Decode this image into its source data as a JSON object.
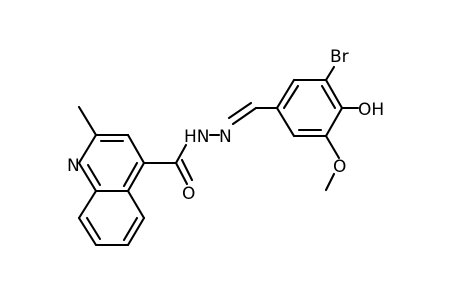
{
  "molecule": {
    "atoms": {
      "br": "Br",
      "oh": "OH",
      "o_methoxy": "O",
      "n_quinoline": "N",
      "o_carbonyl": "O",
      "hn_hydrazide": "HN",
      "n_imine": "N"
    }
  },
  "colors": {
    "bond": "#000000",
    "background": "#ffffff",
    "text": "#000000"
  }
}
